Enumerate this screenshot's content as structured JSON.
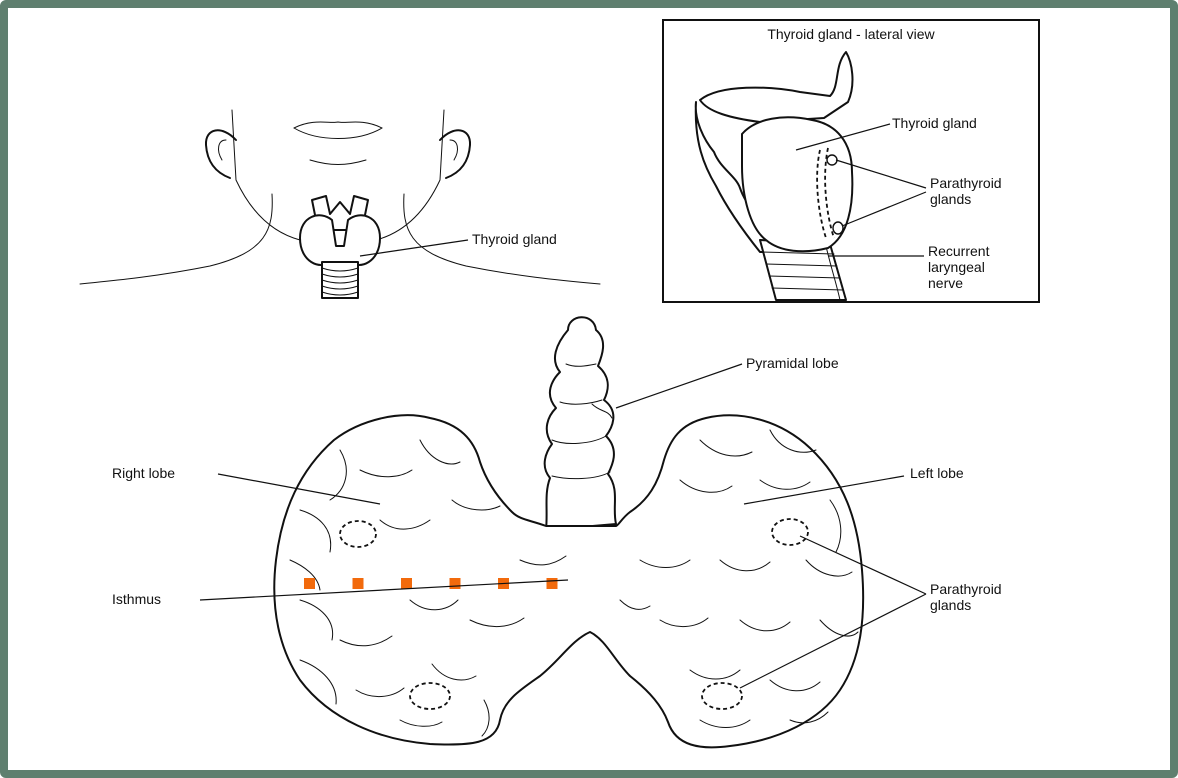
{
  "inset": {
    "title": "Thyroid gland - lateral view"
  },
  "labels": {
    "front_thyroid": "Thyroid gland",
    "inset_thyroid": "Thyroid gland",
    "inset_parathyroid_1": "Parathyroid",
    "inset_parathyroid_2": "glands",
    "inset_nerve_1": "Recurrent",
    "inset_nerve_2": "laryngeal",
    "inset_nerve_3": "nerve",
    "pyramidal_lobe": "Pyramidal lobe",
    "right_lobe": "Right lobe",
    "left_lobe": "Left lobe",
    "isthmus": "Isthmus",
    "parathyroid_1": "Parathyroid",
    "parathyroid_2": "glands"
  },
  "colors": {
    "frame": "#5f7f6f",
    "marker": "#f26a0c",
    "ink": "#111111"
  },
  "isthmus_markers": 6
}
